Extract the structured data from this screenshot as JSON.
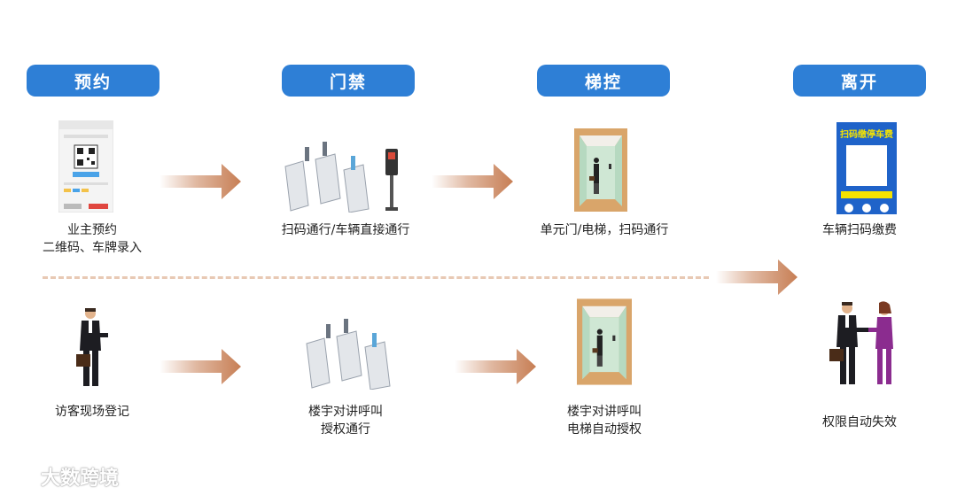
{
  "stages": [
    "预约",
    "门禁",
    "梯控",
    "离开"
  ],
  "owner": {
    "step1": [
      "业主预约",
      "二维码、车牌录入"
    ],
    "step2": "扫码通行/车辆直接通行",
    "step3": "单元门/电梯，扫码通行",
    "step4": "车辆扫码缴费"
  },
  "visitor": {
    "step1": "访客现场登记",
    "step2": [
      "楼宇对讲呼叫",
      "授权通行"
    ],
    "step3": [
      "楼宇对讲呼叫",
      "电梯自动授权"
    ],
    "step4": "权限自动失效"
  },
  "poster_title": "扫码缴停车费",
  "watermark": "大数跨境",
  "colors": {
    "pill": "#2e7fd6",
    "arrow": "#c77e54",
    "poster": "#1f63c9"
  }
}
